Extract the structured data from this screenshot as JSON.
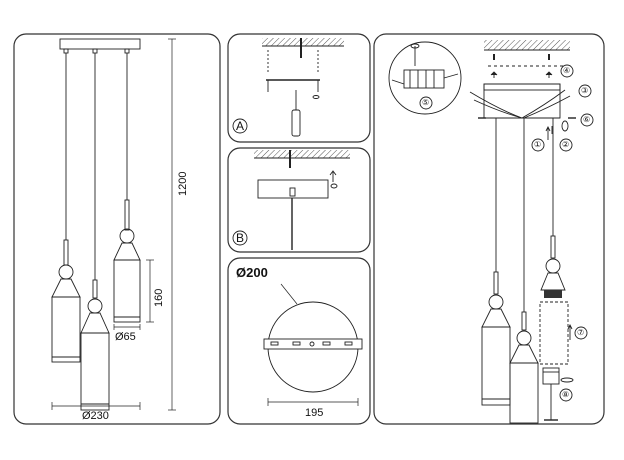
{
  "panel1": {
    "dims": {
      "total_height": "1200",
      "shade_height": "160",
      "shade_diameter": "Ø65",
      "spread": "Ø230"
    }
  },
  "panelA": {
    "label": "A"
  },
  "panelB": {
    "label": "B"
  },
  "panel_canopy": {
    "canopy_diameter": "Ø200",
    "bar_length": "195"
  },
  "panel_assembly": {
    "steps": [
      "①",
      "②",
      "③",
      "④",
      "⑤",
      "⑥",
      "⑦",
      "⑧"
    ]
  },
  "colors": {
    "stroke": "#222222",
    "panel_border": "#333333",
    "grey": "#9a9a9a"
  }
}
